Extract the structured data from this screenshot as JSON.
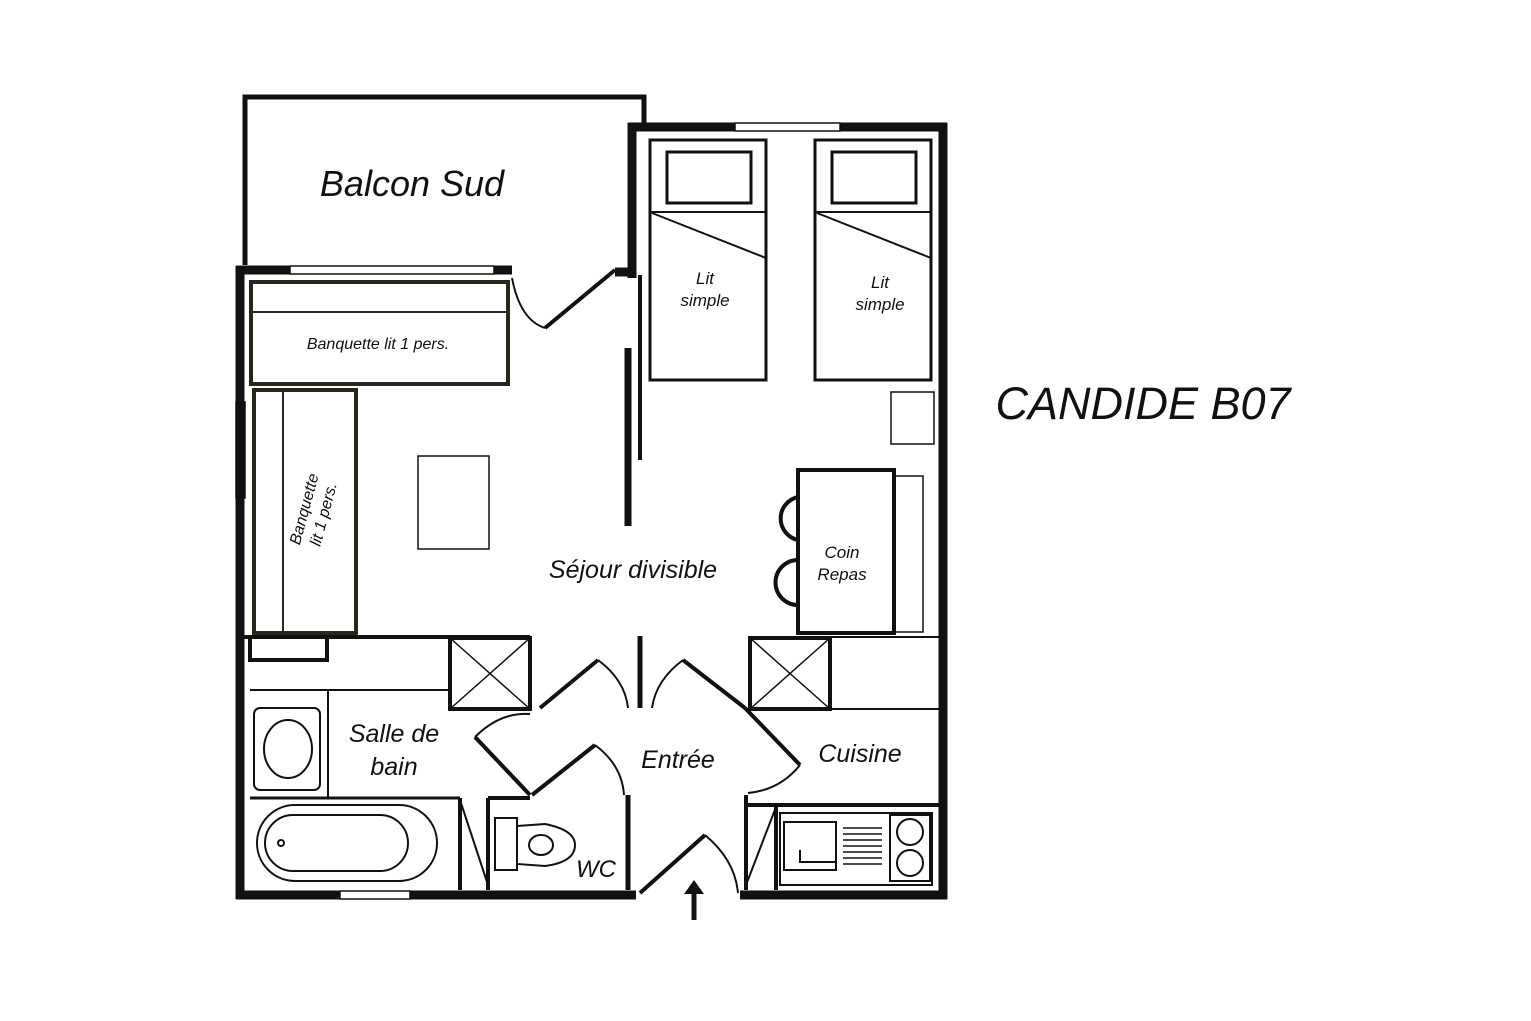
{
  "title": "CANDIDE B07",
  "rooms": {
    "balcon": "Balcon Sud",
    "banquette_top": "Banquette lit 1 pers.",
    "banquette_side_1": "Banquette",
    "banquette_side_2": "lit 1 pers.",
    "lit1_a": "Lit",
    "lit1_b": "simple",
    "lit2_a": "Lit",
    "lit2_b": "simple",
    "sejour": "Séjour divisible",
    "coin_a": "Coin",
    "coin_b": "Repas",
    "sdb_a": "Salle de",
    "sdb_b": "bain",
    "entree": "Entrée",
    "cuisine": "Cuisine",
    "wc": "WC"
  }
}
